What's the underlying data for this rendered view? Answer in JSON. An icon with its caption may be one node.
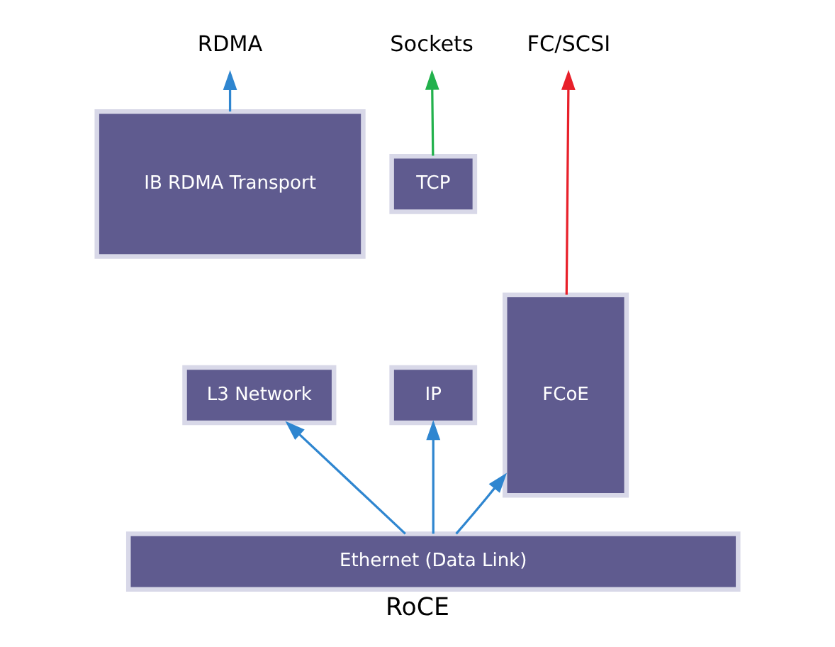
{
  "diagram": {
    "caption": "RoCE",
    "nodes": [
      {
        "text": [
          "RDMA"
        ]
      },
      {
        "text": [
          "Sockets"
        ]
      },
      {
        "text": [
          "FC/SCSI"
        ]
      },
      {
        "text": [
          "IB RDMA Transport"
        ]
      },
      {
        "text": [
          "L3 Network"
        ]
      },
      {
        "text": [
          "TCP"
        ]
      },
      {
        "text": [
          "IP"
        ]
      },
      {
        "text": [
          "FCoE"
        ]
      },
      {
        "text": [
          "Ethernet (Data Link)"
        ]
      }
    ],
    "edges": [
      {
        "from": 3,
        "to": 0,
        "arrow": "to"
      },
      {
        "from": 5,
        "to": 1,
        "arrow": "to",
        "color": "#22b14c"
      },
      {
        "from": 7,
        "to": 2,
        "arrow": "to",
        "color": "#e8202a"
      },
      {
        "from": 8,
        "to": 4,
        "arrow": "to"
      },
      {
        "from": 8,
        "to": 6,
        "arrow": "to"
      },
      {
        "from": 8,
        "to": 7,
        "arrow": "to"
      }
    ]
  }
}
